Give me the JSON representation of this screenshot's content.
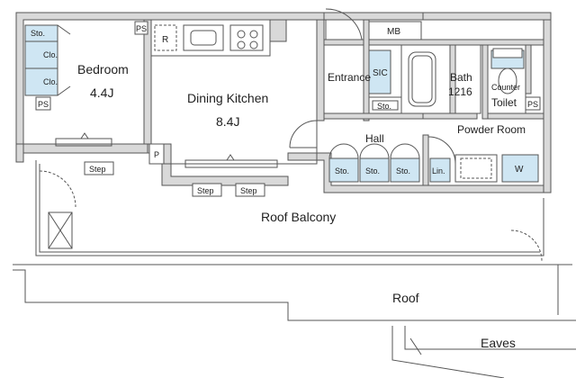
{
  "rooms": {
    "bedroom": {
      "name": "Bedroom",
      "size": "4.4J"
    },
    "dining_kitchen": {
      "name": "Dining Kitchen",
      "size": "8.4J"
    },
    "entrance": "Entrance",
    "bath": {
      "name": "Bath",
      "size": "1216"
    },
    "hall": "Hall",
    "powder_room": "Powder Room",
    "toilet": "Toilet",
    "roof_balcony": "Roof Balcony",
    "roof": "Roof",
    "eaves": "Eaves"
  },
  "fixtures": {
    "sto": "Sto.",
    "clo": "Clo.",
    "ps": "PS",
    "mb": "MB",
    "sic": "SIC",
    "r": "R",
    "counter": "Counter",
    "lin": "Lin.",
    "w": "W",
    "p": "P",
    "step": "Step"
  },
  "colors": {
    "wall": "#d9d9d9",
    "storage": "#cfe6f3",
    "line": "#555555"
  }
}
